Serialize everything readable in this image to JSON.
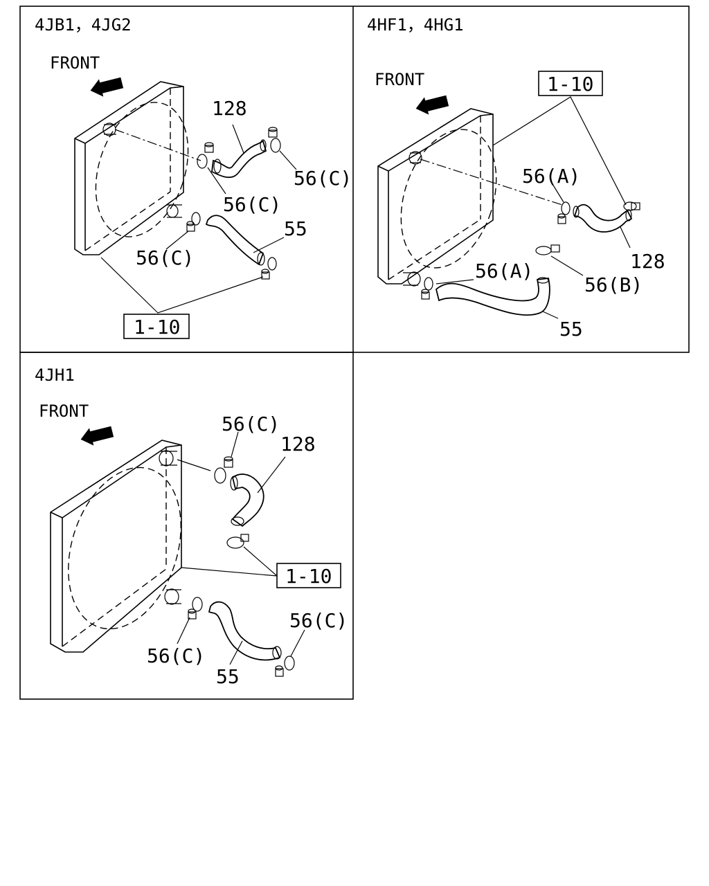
{
  "panels": {
    "p1": {
      "title": "4JB1，4JG2",
      "front": "FRONT",
      "labels": {
        "hose_upper": "128",
        "clamp_upper_right": "56(C)",
        "clamp_upper_left": "56(C)",
        "hose_lower": "55",
        "clamp_lower_left": "56(C)",
        "ref": "1-10"
      }
    },
    "p2": {
      "title": "4HF1，4HG1",
      "front": "FRONT",
      "labels": {
        "ref": "1-10",
        "clamp_upper": "56(A)",
        "hose_upper": "128",
        "clamp_lower_left": "56(A)",
        "clamp_lower_right": "56(B)",
        "hose_lower": "55"
      }
    },
    "p3": {
      "title": "4JH1",
      "front": "FRONT",
      "labels": {
        "clamp_upper": "56(C)",
        "hose_upper": "128",
        "ref": "1-10",
        "clamp_lower_right": "56(C)",
        "clamp_lower_left": "56(C)",
        "hose_lower": "55"
      }
    }
  }
}
